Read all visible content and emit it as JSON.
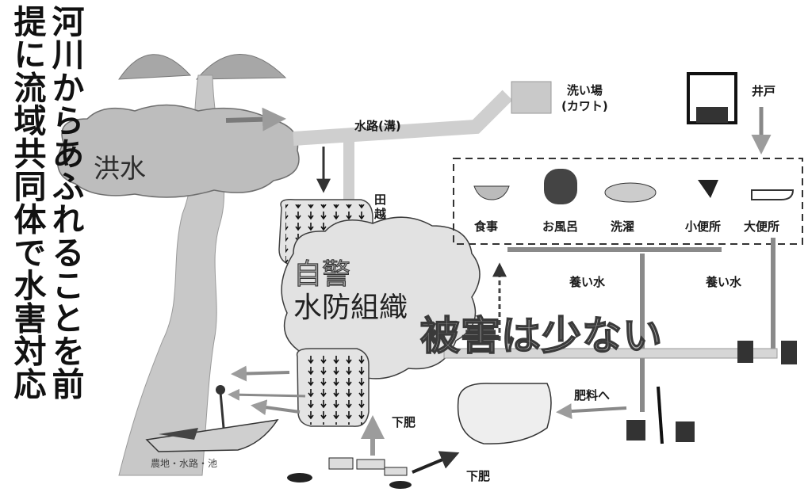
{
  "vertical_text": {
    "col1": "河川からあふれることを前",
    "col2": "提に流域共同体で水害対応"
  },
  "flood_label": "洪水",
  "org_label": {
    "line1": "自警",
    "line2": "水防組織"
  },
  "overlay_text": "被害は少ない",
  "labels": {
    "waterway": "水路(溝)",
    "washplace_l1": "洗い場",
    "washplace_l2": "(カワト)",
    "well": "井戸",
    "tagoshi_l1": "田",
    "tagoshi_l2": "越",
    "meal": "食事",
    "bath": "お風呂",
    "laundry": "洗濯",
    "urinal": "小便所",
    "toilet": "大便所",
    "nourish1": "養い水",
    "nourish2": "養い水",
    "to_fertilizer": "肥料へ",
    "shimogoe1": "下肥",
    "shimogoe2": "下肥",
    "bottom_caption": "農地・水路・池"
  },
  "colors": {
    "ink": "#1a1a1a",
    "gray_fill": "#bdbdbd",
    "light_fill": "#dcdcdc"
  }
}
